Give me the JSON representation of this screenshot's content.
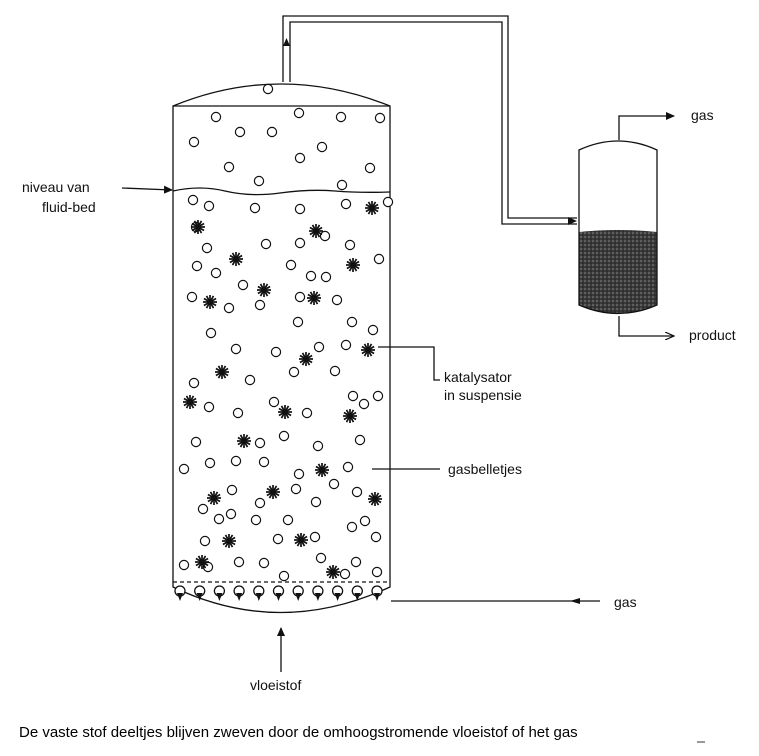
{
  "labels": {
    "fluid_bed_level_line1": "niveau van",
    "fluid_bed_level_line2": "fluid-bed",
    "catalyst_line1": "katalysator",
    "catalyst_line2": "in suspensie",
    "gas_bubbles": "gasbelletjes",
    "gas_inlet": "gas",
    "liquid_inlet": "vloeistof",
    "separator_gas_outlet": "gas",
    "separator_product_outlet": "product"
  },
  "caption": "De vaste stof deeltjes blijven zweven door de omhoogstromende vloeistof of het gas",
  "colors": {
    "ink": "#111111",
    "sediment": "#2a2a2a"
  }
}
